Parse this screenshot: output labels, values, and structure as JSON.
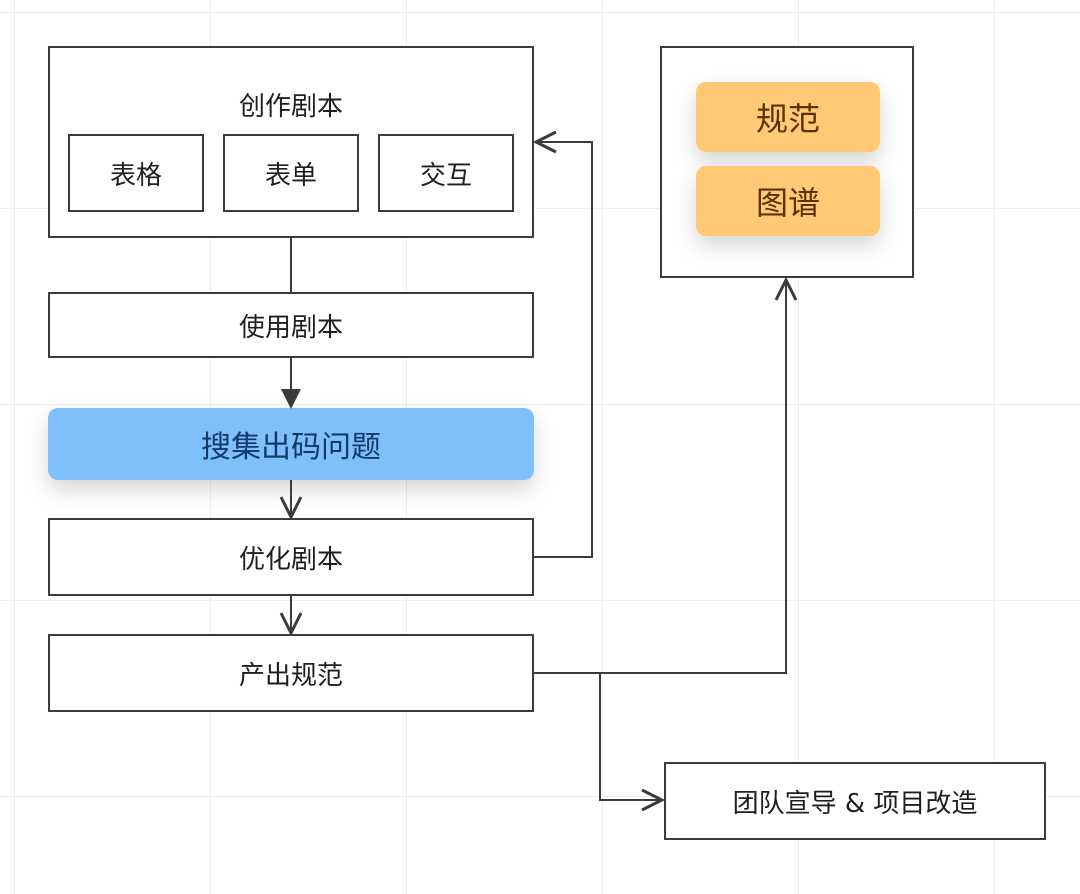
{
  "create_group": {
    "title": "创作剧本",
    "children": [
      {
        "label": "表格"
      },
      {
        "label": "表单"
      },
      {
        "label": "交互"
      }
    ]
  },
  "nodes": {
    "use_script": "使用剧本",
    "collect_issues": "搜集出码问题",
    "optimize_script": "优化剧本",
    "produce_spec": "产出规范",
    "team_promotion": "团队宣导 & 项目改造"
  },
  "output_group": {
    "items": [
      {
        "label": "规范"
      },
      {
        "label": "图谱"
      }
    ]
  },
  "colors": {
    "highlight_blue": "#7fc0fb",
    "highlight_orange": "#ffc975",
    "stroke": "#3b3b3b"
  }
}
